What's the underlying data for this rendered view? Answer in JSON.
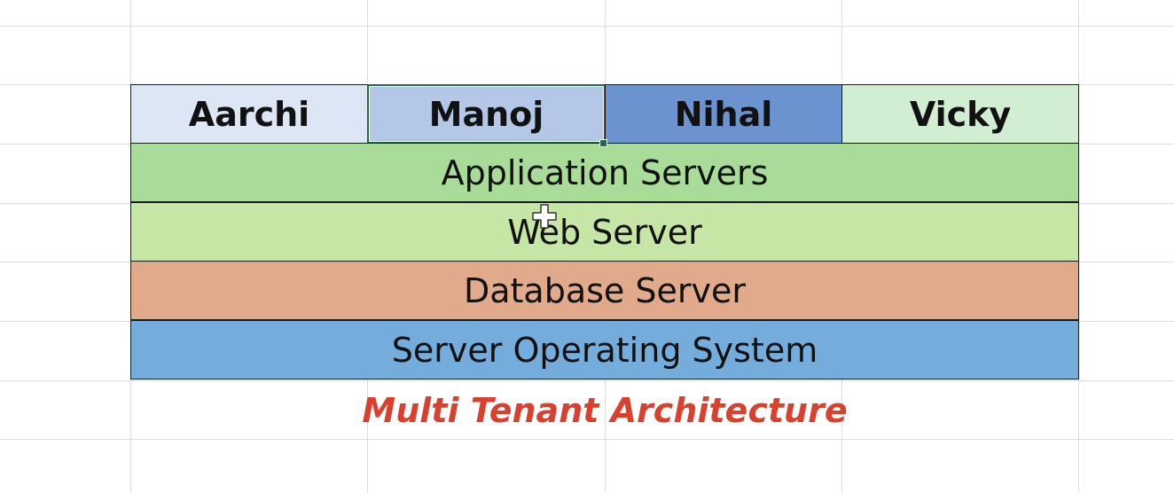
{
  "tenants": [
    {
      "name": "Aarchi",
      "color": "#dce6f5"
    },
    {
      "name": "Manoj",
      "color": "#b4c7e7"
    },
    {
      "name": "Nihal",
      "color": "#6a93d0"
    },
    {
      "name": "Vicky",
      "color": "#d2eed2"
    }
  ],
  "layers": [
    {
      "name": "Application Servers",
      "color": "#a9dc98"
    },
    {
      "name": "Web Server",
      "color": "#c6e6a6"
    },
    {
      "name": "Database Server",
      "color": "#e0aa8b"
    },
    {
      "name": "Server Operating System",
      "color": "#74acdb"
    }
  ],
  "caption": {
    "text": "Multi Tenant Architecture",
    "color": "#d9412e"
  },
  "selection": {
    "selected_cell": "Manoj",
    "selection_color": "#1f6e43"
  },
  "cursor": {
    "icon": "cell-select-cross-icon"
  }
}
